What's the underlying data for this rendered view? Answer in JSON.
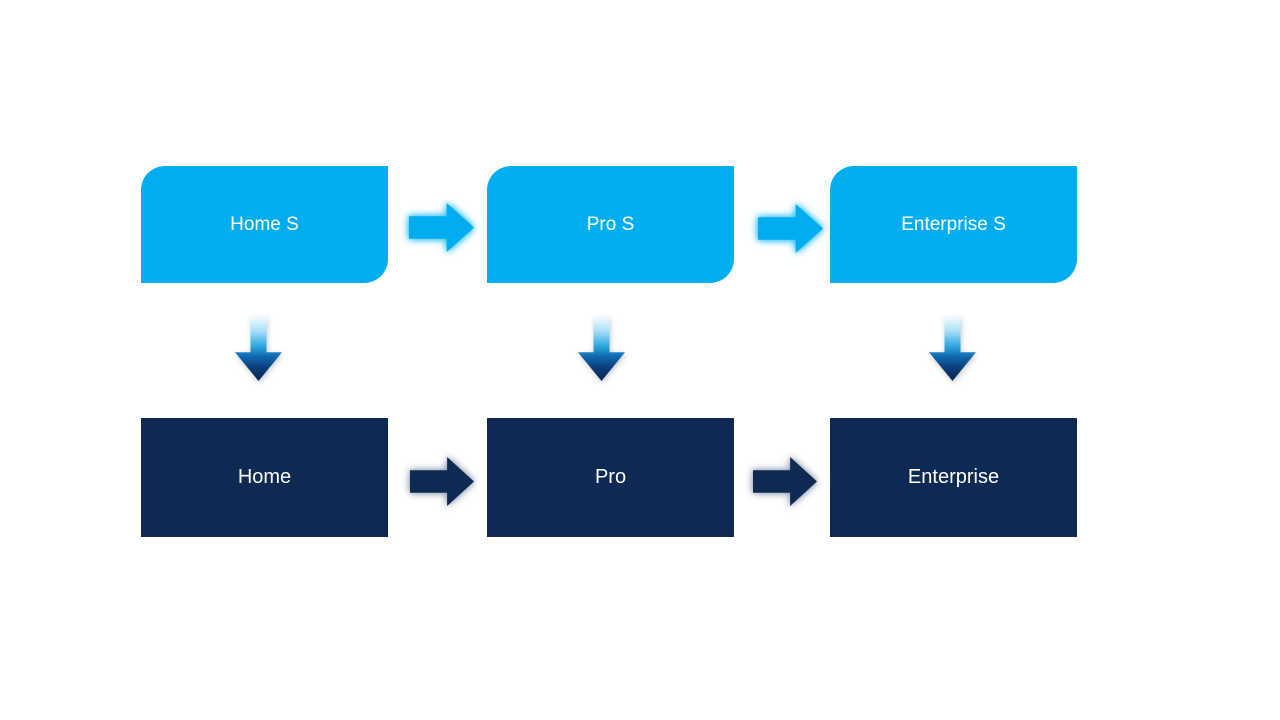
{
  "diagram": {
    "type": "process-upgrade-flow",
    "top_row": [
      {
        "label": "Home S"
      },
      {
        "label": "Pro S"
      },
      {
        "label": "Enterprise S"
      }
    ],
    "bottom_row": [
      {
        "label": "Home"
      },
      {
        "label": "Pro"
      },
      {
        "label": "Enterprise"
      }
    ],
    "icons": {
      "right_arrow": "➡",
      "down_arrow": "⬇"
    },
    "colors": {
      "background": "#FFFFFF",
      "top_box": "#00AEEF",
      "bottom_box": "#0E2A52",
      "top_arrow": "#00AEEF",
      "bottom_arrow": "#0E2A52",
      "text": "#FFFFFF",
      "down_arrow_gradient_top": "#F2FBFF",
      "down_arrow_gradient_mid": "#2FA9E1",
      "down_arrow_gradient_bottom": "#0A2450"
    }
  }
}
